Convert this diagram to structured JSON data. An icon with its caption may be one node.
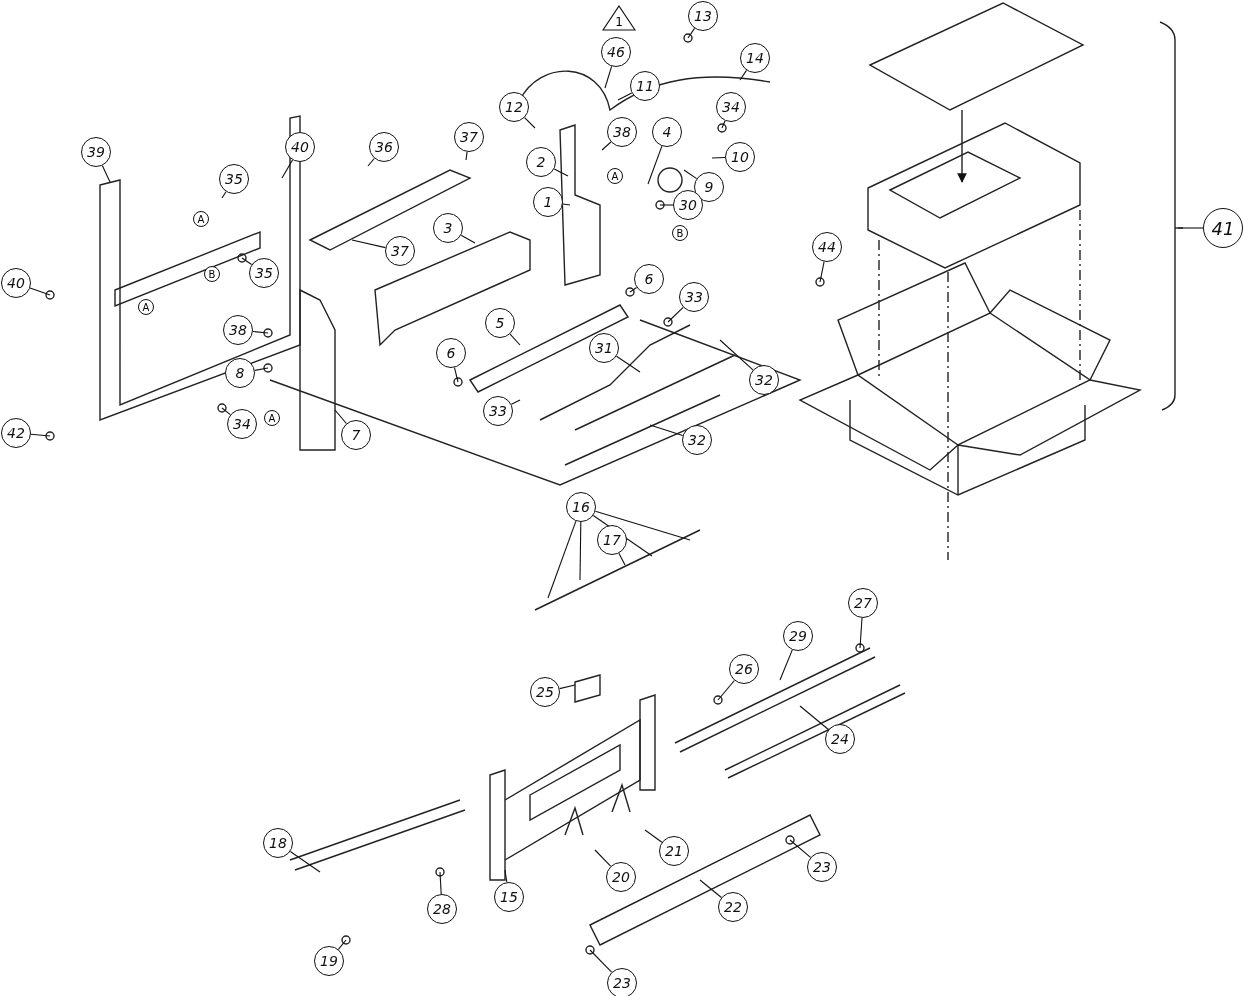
{
  "diagram": {
    "nodes": [
      {
        "text": [
          "13"
        ]
      },
      {
        "text": [
          "46"
        ]
      },
      {
        "text": [
          "14"
        ]
      },
      {
        "text": [
          "11"
        ]
      },
      {
        "text": [
          "12"
        ]
      },
      {
        "text": [
          "34"
        ]
      },
      {
        "text": [
          "39"
        ]
      },
      {
        "text": [
          "40"
        ]
      },
      {
        "text": [
          "36"
        ]
      },
      {
        "text": [
          "37"
        ]
      },
      {
        "text": [
          "38"
        ]
      },
      {
        "text": [
          "4"
        ]
      },
      {
        "text": [
          "35"
        ]
      },
      {
        "text": [
          "2"
        ]
      },
      {
        "text": [
          "10"
        ]
      },
      {
        "text": [
          "9"
        ]
      },
      {
        "text": [
          "1"
        ]
      },
      {
        "text": [
          "30"
        ]
      },
      {
        "text": [
          "3"
        ]
      },
      {
        "text": [
          "37"
        ]
      },
      {
        "text": [
          "40"
        ]
      },
      {
        "text": [
          "35"
        ]
      },
      {
        "text": [
          "6"
        ]
      },
      {
        "text": [
          "33"
        ]
      },
      {
        "text": [
          "38"
        ]
      },
      {
        "text": [
          "5"
        ]
      },
      {
        "text": [
          "31"
        ]
      },
      {
        "text": [
          "8"
        ]
      },
      {
        "text": [
          "6"
        ]
      },
      {
        "text": [
          "32"
        ]
      },
      {
        "text": [
          "34"
        ]
      },
      {
        "text": [
          "7"
        ]
      },
      {
        "text": [
          "33"
        ]
      },
      {
        "text": [
          "32"
        ]
      },
      {
        "text": [
          "42"
        ]
      },
      {
        "text": [
          "44"
        ]
      },
      {
        "text": [
          "41"
        ]
      },
      {
        "text": [
          "16"
        ]
      },
      {
        "text": [
          "17"
        ]
      },
      {
        "text": [
          "27"
        ]
      },
      {
        "text": [
          "29"
        ]
      },
      {
        "text": [
          "26"
        ]
      },
      {
        "text": [
          "25"
        ]
      },
      {
        "text": [
          "24"
        ]
      },
      {
        "text": [
          "18"
        ]
      },
      {
        "text": [
          "21"
        ]
      },
      {
        "text": [
          "20"
        ]
      },
      {
        "text": [
          "23"
        ]
      },
      {
        "text": [
          "15"
        ]
      },
      {
        "text": [
          "28"
        ]
      },
      {
        "text": [
          "22"
        ]
      },
      {
        "text": [
          "19"
        ]
      },
      {
        "text": [
          "23"
        ]
      }
    ],
    "edges": [
      {
        "from": 0,
        "to": null,
        "arrow": "none"
      },
      {
        "from": 1,
        "to": null,
        "arrow": "none"
      },
      {
        "from": 2,
        "to": null,
        "arrow": "none"
      },
      {
        "from": 3,
        "to": null,
        "arrow": "none"
      },
      {
        "from": 4,
        "to": null,
        "arrow": "none"
      },
      {
        "from": 5,
        "to": null,
        "arrow": "none"
      },
      {
        "from": 6,
        "to": null,
        "arrow": "none"
      },
      {
        "from": 7,
        "to": null,
        "arrow": "none"
      },
      {
        "from": 8,
        "to": null,
        "arrow": "none"
      },
      {
        "from": 9,
        "to": null,
        "arrow": "none"
      },
      {
        "from": 10,
        "to": null,
        "arrow": "none"
      },
      {
        "from": 11,
        "to": null,
        "arrow": "none"
      },
      {
        "from": 12,
        "to": null,
        "arrow": "none"
      },
      {
        "from": 13,
        "to": null,
        "arrow": "none"
      },
      {
        "from": 14,
        "to": null,
        "arrow": "none"
      },
      {
        "from": 15,
        "to": null,
        "arrow": "none"
      },
      {
        "from": 16,
        "to": null,
        "arrow": "none"
      },
      {
        "from": 17,
        "to": null,
        "arrow": "none"
      },
      {
        "from": 18,
        "to": null,
        "arrow": "none"
      },
      {
        "from": 19,
        "to": null,
        "arrow": "none"
      },
      {
        "from": 20,
        "to": null,
        "arrow": "none"
      },
      {
        "from": 21,
        "to": null,
        "arrow": "none"
      },
      {
        "from": 22,
        "to": null,
        "arrow": "none"
      },
      {
        "from": 23,
        "to": null,
        "arrow": "none"
      },
      {
        "from": 24,
        "to": null,
        "arrow": "none"
      },
      {
        "from": 25,
        "to": null,
        "arrow": "none"
      },
      {
        "from": 26,
        "to": null,
        "arrow": "none"
      },
      {
        "from": 27,
        "to": null,
        "arrow": "none"
      },
      {
        "from": 28,
        "to": null,
        "arrow": "none"
      },
      {
        "from": 29,
        "to": null,
        "arrow": "none"
      },
      {
        "from": 30,
        "to": null,
        "arrow": "none"
      },
      {
        "from": 31,
        "to": null,
        "arrow": "none"
      },
      {
        "from": 32,
        "to": null,
        "arrow": "none"
      },
      {
        "from": 33,
        "to": null,
        "arrow": "none"
      },
      {
        "from": 34,
        "to": null,
        "arrow": "none"
      },
      {
        "from": 35,
        "to": null,
        "arrow": "none"
      },
      {
        "from": 36,
        "to": null,
        "arrow": "none"
      },
      {
        "from": 37,
        "to": null,
        "arrow": "none"
      },
      {
        "from": 37,
        "to": null,
        "arrow": "none"
      },
      {
        "from": 37,
        "to": null,
        "arrow": "none"
      },
      {
        "from": 37,
        "to": null,
        "arrow": "none"
      },
      {
        "from": 38,
        "to": null,
        "arrow": "none"
      },
      {
        "from": 39,
        "to": null,
        "arrow": "none"
      },
      {
        "from": 40,
        "to": null,
        "arrow": "none"
      },
      {
        "from": 41,
        "to": null,
        "arrow": "none"
      },
      {
        "from": 42,
        "to": null,
        "arrow": "none"
      },
      {
        "from": 43,
        "to": null,
        "arrow": "none"
      },
      {
        "from": 44,
        "to": null,
        "arrow": "none"
      },
      {
        "from": 45,
        "to": null,
        "arrow": "none"
      },
      {
        "from": 46,
        "to": null,
        "arrow": "none"
      },
      {
        "from": 47,
        "to": null,
        "arrow": "none"
      },
      {
        "from": 48,
        "to": null,
        "arrow": "none"
      },
      {
        "from": 49,
        "to": null,
        "arrow": "none"
      },
      {
        "from": 50,
        "to": null,
        "arrow": "none"
      },
      {
        "from": 51,
        "to": null,
        "arrow": "none"
      },
      {
        "from": 52,
        "to": null,
        "arrow": "none"
      }
    ],
    "labels": [
      "1",
      "A",
      "A",
      "B",
      "B",
      "A",
      "A"
    ]
  }
}
